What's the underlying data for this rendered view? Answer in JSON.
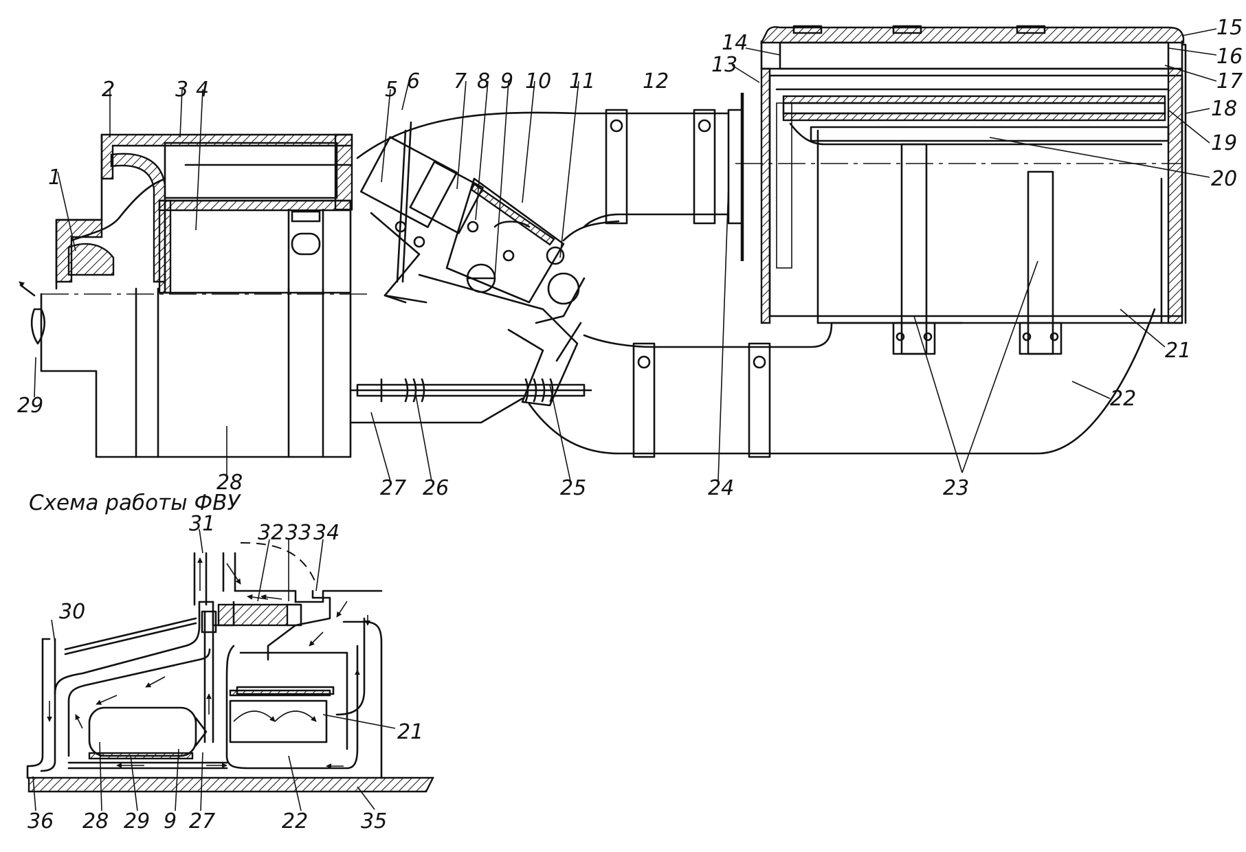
{
  "diagram": {
    "caption": "Схема работы ФВУ",
    "callouts_top": [
      "1",
      "2",
      "3",
      "4",
      "5",
      "6",
      "7",
      "8",
      "9",
      "10",
      "11",
      "12",
      "13",
      "14",
      "15",
      "16",
      "17",
      "18",
      "19",
      "20",
      "21",
      "22",
      "23",
      "24",
      "25",
      "26",
      "27",
      "28",
      "29"
    ],
    "callouts_bottom": [
      "30",
      "31",
      "32",
      "33",
      "34",
      "21",
      "22",
      "35",
      "27",
      "9",
      "29",
      "28",
      "36"
    ]
  }
}
